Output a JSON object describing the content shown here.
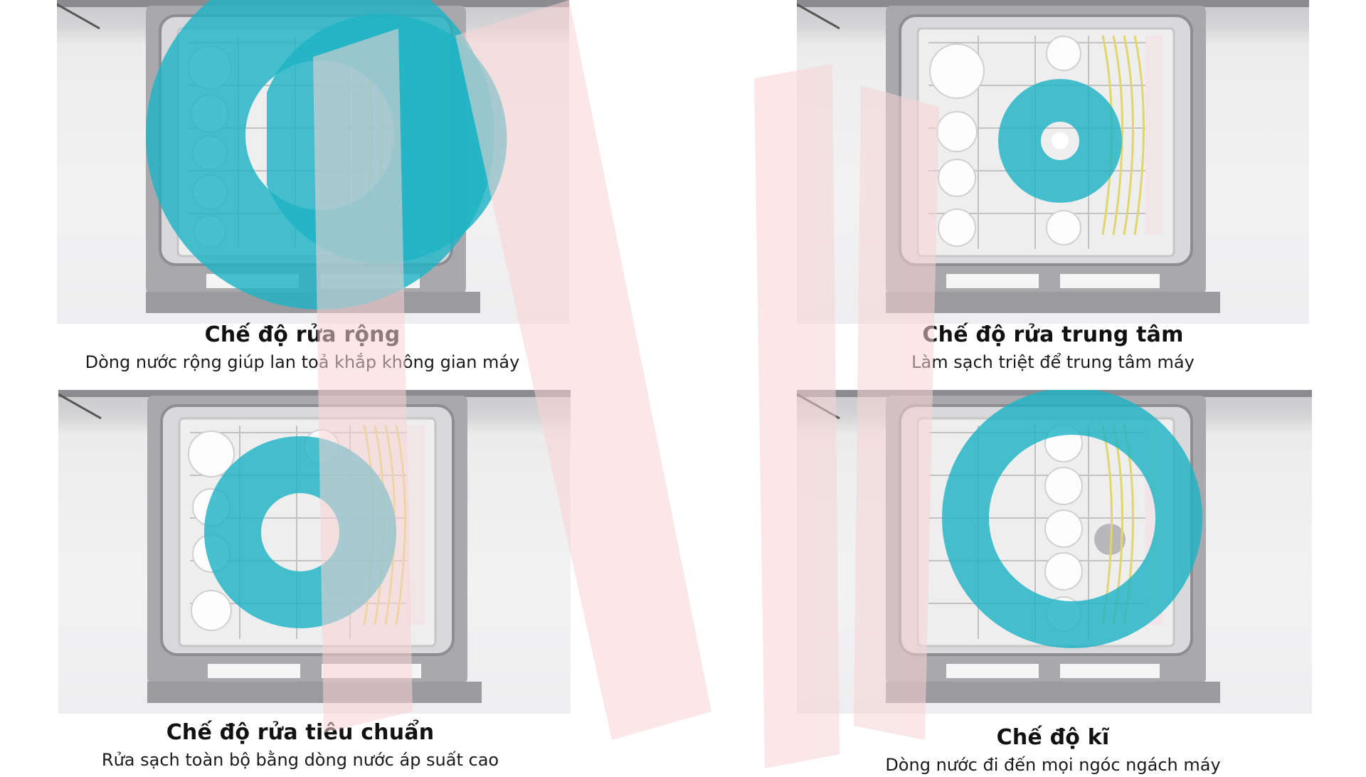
{
  "colors": {
    "spray": "#1fb3c4",
    "watermark": "#f7d4d4",
    "steel": "#9a9a9e"
  },
  "panels": [
    {
      "title": "Chế độ rửa rộng",
      "description": "Dòng nước rộng giúp lan toả khắp không gian máy",
      "spray_pattern": "wide"
    },
    {
      "title": "Chế độ rửa trung tâm",
      "description": "Làm sạch triệt để trung tâm máy",
      "spray_pattern": "center"
    },
    {
      "title": "Chế độ rửa tiêu chuẩn",
      "description": "Rửa sạch toàn bộ bằng dòng nước áp suất cao",
      "spray_pattern": "standard"
    },
    {
      "title": "Chế độ kĩ",
      "description": "Dòng nước đi đến mọi ngóc ngách máy",
      "spray_pattern": "thorough"
    }
  ]
}
